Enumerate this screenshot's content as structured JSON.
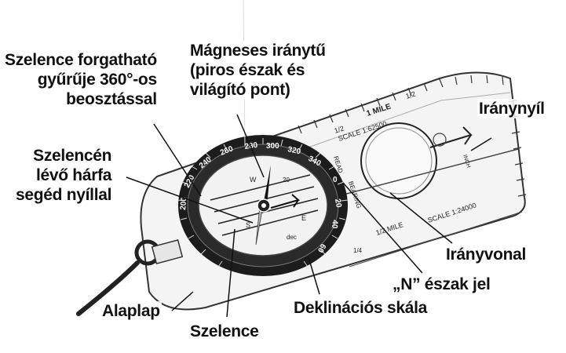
{
  "labels": {
    "bezel_ring": [
      "Szelence forgatható",
      "gyűrűje 360°-os",
      "beosztással"
    ],
    "magnetic_needle": [
      "Mágneses iránytű",
      "(piros észak és",
      "világító pont)"
    ],
    "harp_arrow": [
      "Szelencén",
      "lévő hárfa",
      "segéd nyíllal"
    ],
    "direction_arrow": "Iránynyíl",
    "direction_line": "Irányvonal",
    "n_mark": "„N” észak jel",
    "base_plate": "Alaplap",
    "declination_scale": "Deklinációs skála",
    "capsule": "Szelence"
  },
  "compass_marks": {
    "bezel_numbers": [
      "280",
      "300",
      "320",
      "340",
      "260",
      "240",
      "220",
      "200",
      "0",
      "20",
      "40",
      "60"
    ],
    "dial_letters": [
      "W",
      "S",
      "E"
    ],
    "plate_top_scale": [
      "1/2",
      "1 MILE",
      "1/2",
      "SCALE 1:62500"
    ],
    "plate_side_text": [
      "READ",
      "BEARING",
      "SCALE 1:24000",
      "1/2 MILE",
      "1/4"
    ],
    "arrow_text": "INCH",
    "dial_small": [
      "20",
      "dec"
    ]
  },
  "colors": {
    "ink": "#111111",
    "plate": "#f4f4f4",
    "bezel": "#1c1c1c"
  }
}
